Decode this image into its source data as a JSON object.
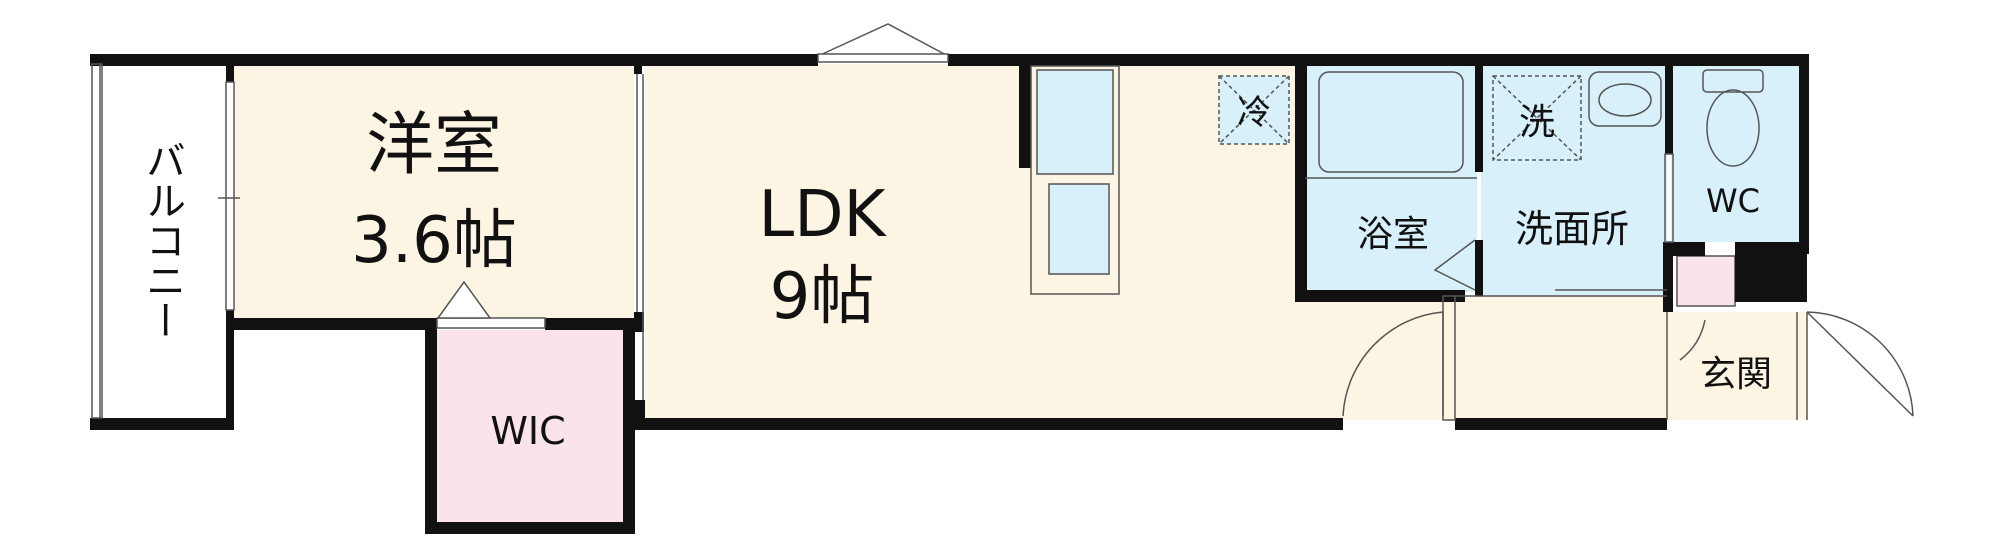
{
  "rooms": {
    "balcony": "バルコニー",
    "western_room": {
      "name": "洋室",
      "size": "3.6帖"
    },
    "ldk": {
      "name": "LDK",
      "size": "9帖"
    },
    "wic": "WIC",
    "bath": "浴室",
    "washroom": "洗面所",
    "wc": "WC",
    "entrance": "玄関"
  },
  "fixtures": {
    "fridge": "冷",
    "washer": "洗"
  },
  "colors": {
    "wall": "#111111",
    "room_fill": "#fdf5e3",
    "wet_area_fill": "#d8f0fa",
    "wic_fill": "#fbe3ee",
    "outline": "#555555"
  }
}
